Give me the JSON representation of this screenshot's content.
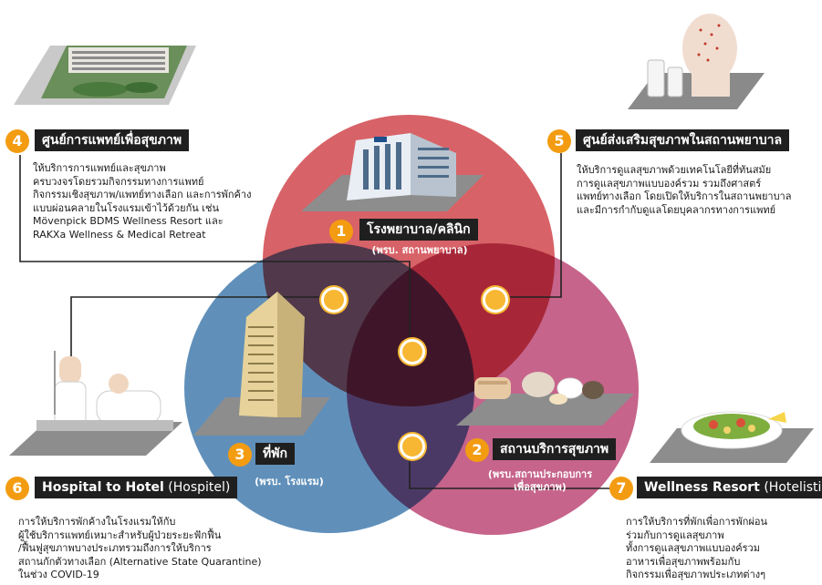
{
  "sections": {
    "s1": {
      "number": "1",
      "title": "โรงพยาบาล/คลินิก",
      "subtitle": "(พรบ. สถานพยาบาล)"
    },
    "s2": {
      "number": "2",
      "title": "สถานบริการสุขภาพ",
      "subtitle_line1": "(พรบ.สถานประกอบการ",
      "subtitle_line2": "เพื่อสุขภาพ)"
    },
    "s3": {
      "number": "3",
      "title": "ที่พัก",
      "subtitle": "(พรบ. โรงแรม)"
    },
    "s4": {
      "number": "4",
      "title": "ศูนย์การแพทย์เพื่อสุขภาพ",
      "description": [
        "ให้บริการการแพทย์และสุขภาพ",
        "ครบวงจรโดยรวมกิจกรรมทางการแพทย์",
        "กิจกรรมเชิงสุขภาพ/แพทย์ทางเลือก และการพักค้าง",
        "แบบผ่อนคลายในโรงแรมเข้าไว้ด้วยกัน เช่น",
        "Mövenpick BDMS Wellness Resort และ",
        "RAKXa Wellness & Medical Retreat"
      ]
    },
    "s5": {
      "number": "5",
      "title": "ศูนย์ส่งเสริมสุขภาพในสถานพยาบาล",
      "description": [
        "ให้บริการดูแลสุขภาพด้วยเทคโนโลยีที่ทันสมัย",
        "การดูแลสุขภาพแบบองค์รวม รวมถึงศาสตร์",
        "แพทย์ทางเลือก โดยเปิดให้บริการในสถานพยาบาล",
        "และมีการกำกับดูแลโดยบุคลากรทางการแพทย์"
      ]
    },
    "s6": {
      "number": "6",
      "title": "Hospital to Hotel",
      "title_suffix": " (Hospitel)",
      "description": [
        "การให้บริการพักค้างในโรงแรมให้กับ",
        "ผู้ใช้บริการแพทย์เหมาะสำหรับผู้ป่วยระยะฟักฟื้น",
        "/ฟื้นฟูสุขภาพบางประเภทรวมถึงการให้บริการ",
        "สถานกักตัวทางเลือก (Alternative State Quarantine)",
        "ในช่วง COVID-19"
      ]
    },
    "s7": {
      "number": "7",
      "title": "Wellness Resort",
      "title_suffix": " (Hotelistic)",
      "description": [
        "การให้บริการที่พักเพื่อการพักผ่อน",
        "ร่วมกับการดูแลสุขภาพ",
        "ทั้งการดูแลสุขภาพแบบองค์รวม",
        "อาหารเพื่อสุขภาพพร้อมกับ",
        "กิจกรรมเพื่อสุขภาพประเภทต่างๆ"
      ]
    }
  },
  "colors": {
    "hospital_circle": "#d4555a",
    "hotel_circle": "#3d78ab",
    "wellness_circle": "#b83d6e",
    "marker": "#f7b733",
    "number_badge": "#f39c12",
    "label_bg": "#1f1f1f"
  }
}
